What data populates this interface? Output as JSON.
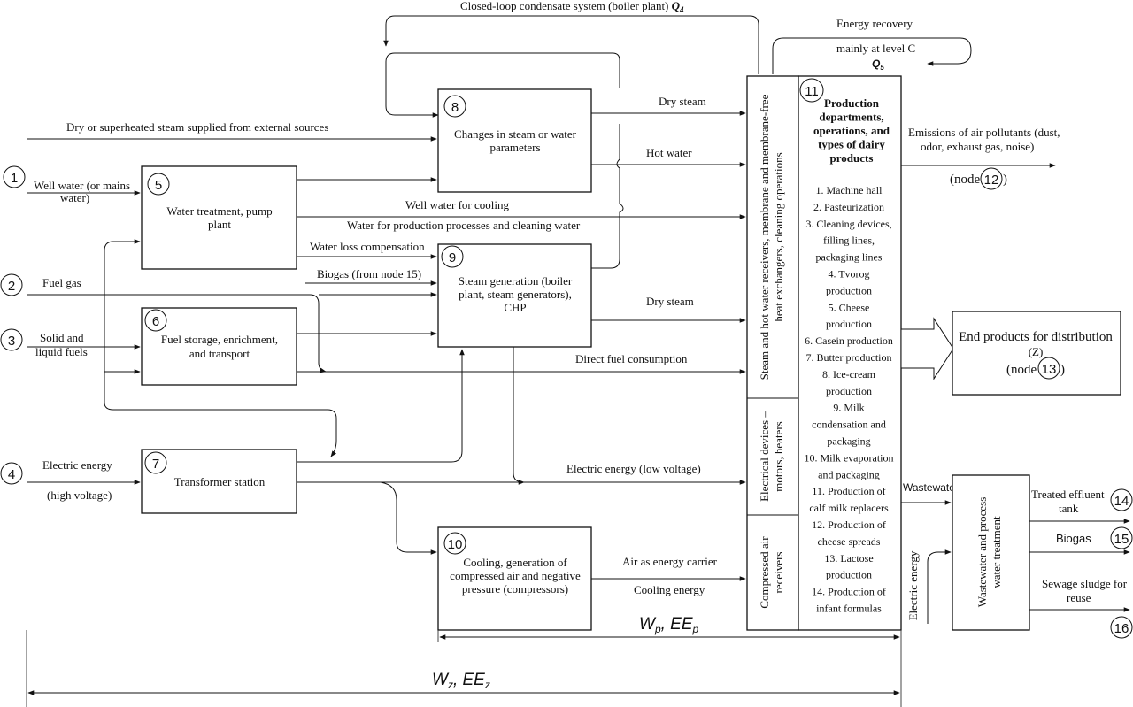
{
  "top": {
    "condensate_label": "Closed-loop condensate system (boiler plant)",
    "condensate_q": "Q",
    "condensate_q_sub": "4",
    "recovery_line1": "Energy recovery",
    "recovery_line2": "mainly at level  C",
    "recovery_q": "Q",
    "recovery_q_sub": "5"
  },
  "inputs": {
    "ext_steam": "Dry or superheated steam supplied from external sources",
    "n1": "1",
    "n1_l1": "Well water (or mains",
    "n1_l2": "water)",
    "n2": "2",
    "n2_l1": "Fuel gas",
    "n3": "3",
    "n3_l1": "Solid and",
    "n3_l2": "liquid fuels",
    "n4": "4",
    "n4_l1": "Electric energy",
    "n4_l2": "(high voltage)"
  },
  "boxes": {
    "b5_num": "5",
    "b5_l1": "Water treatment, pump",
    "b5_l2": "plant",
    "b6_num": "6",
    "b6_l1": "Fuel storage, enrichment,",
    "b6_l2": "and transport",
    "b7_num": "7",
    "b7_l1": "Transformer station",
    "b8_num": "8",
    "b8_l1": "Changes in steam or water",
    "b8_l2": "parameters",
    "b9_num": "9",
    "b9_l1": "Steam generation (boiler",
    "b9_l2": "plant, steam generators),",
    "b9_l3": "CHP",
    "b10_num": "10",
    "b10_l1": "Cooling, generation of",
    "b10_l2": "compressed air and negative",
    "b10_l3": "pressure (compressors)"
  },
  "flows": {
    "dry_steam_top": "Dry steam",
    "hot_water": "Hot water",
    "well_cooling": "Well water for cooling",
    "water_prod": "Water for production processes and cleaning water",
    "water_loss": "Water loss compensation",
    "biogas_in": "Biogas (from node 15)",
    "dry_steam_9": "Dry steam",
    "direct_fuel": "Direct fuel consumption",
    "elec_low": "Electric energy (low voltage)",
    "air_carrier": "Air as energy carrier",
    "cooling_energy": "Cooling energy"
  },
  "receivers": {
    "steam_l1": "Steam and hot water receivers, membrane and membrane-free",
    "steam_l2": "heat exchangers, cleaning operations",
    "elec_l1": "Electrical devices –",
    "elec_l2": "motors, heaters",
    "air_l1": "Compressed air",
    "air_l2": "receivers"
  },
  "production": {
    "num": "11",
    "title_lines": [
      "Production",
      "departments,",
      "operations, and",
      "types of dairy",
      "products"
    ],
    "items": [
      "1. Machine hall",
      "2. Pasteurization",
      "3. Cleaning devices,",
      "filling lines,",
      "packaging lines",
      "4. Tvorog",
      "production",
      "5. Cheese",
      "production",
      "6. Casein production",
      "7. Butter production",
      "8. Ice-cream",
      "production",
      "9. Milk",
      "condensation and",
      "packaging",
      "10. Milk evaporation",
      "and packaging",
      "11. Production of",
      "calf milk replacers",
      "12. Production of",
      "cheese spreads",
      "13. Lactose",
      "production",
      "14. Production of",
      "infant formulas"
    ]
  },
  "outputs": {
    "emis_l1": "Emissions of air pollutants (dust,",
    "emis_l2": "odor, exhaust gas, noise)",
    "node_word": "(node",
    "n12": "12",
    "close_paren": ")",
    "end_l1": "End products for distribution",
    "end_l2": "(Z)",
    "n13": "13",
    "wastewater": "Wastewater",
    "elec_energy_v": "Electric energy",
    "wwt_l1": "Wastewater and process",
    "wwt_l2": "water treatment",
    "treated_l1": "Treated effluent",
    "treated_l2": "tank",
    "n14": "14",
    "biogas": "Biogas",
    "n15": "15",
    "sludge_l1": "Sewage sludge for",
    "sludge_l2": "reuse",
    "n16": "16"
  },
  "bottom": {
    "wp": "W",
    "wp_sub": "p",
    "ep": ", EE",
    "ep_sub": "p",
    "wz": "W",
    "wz_sub": "z",
    "ez": ", EE",
    "ez_sub": "z"
  }
}
